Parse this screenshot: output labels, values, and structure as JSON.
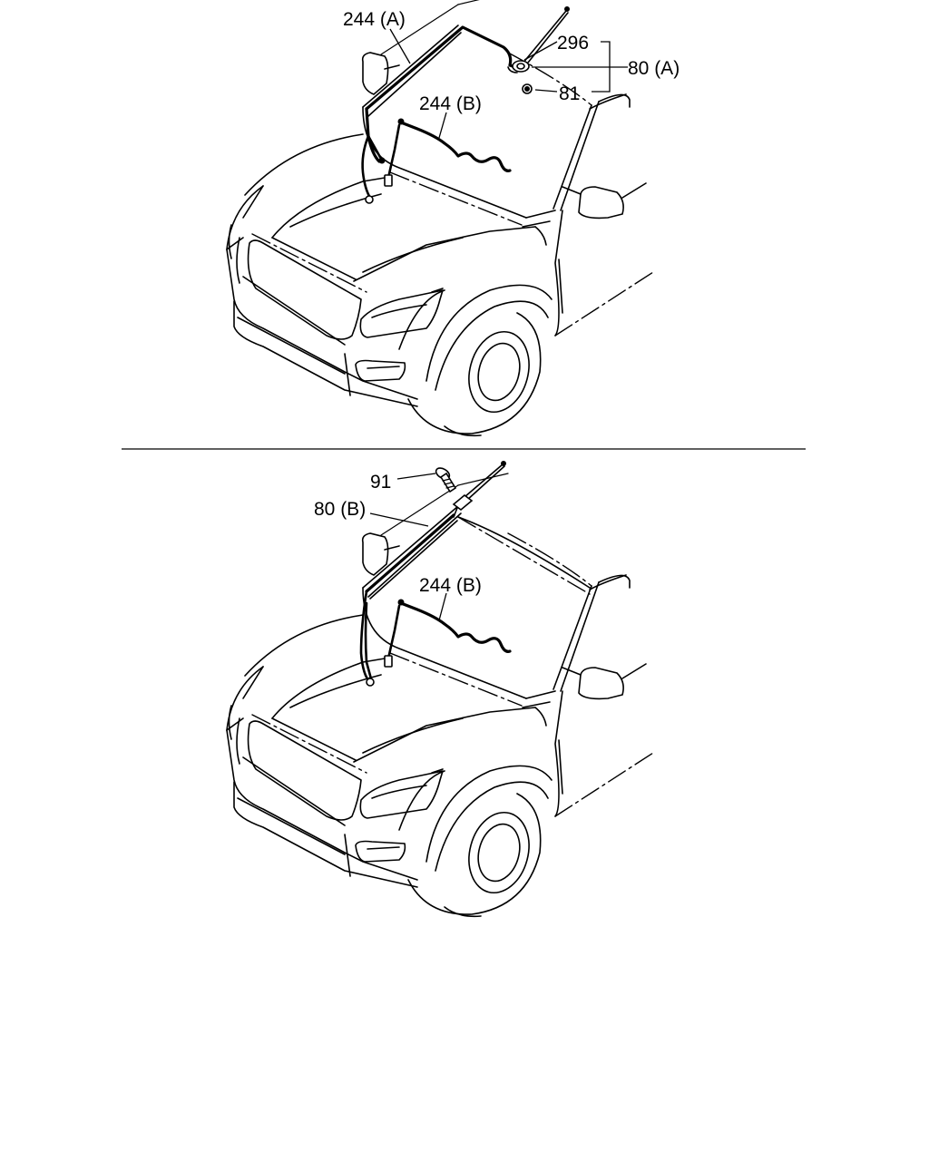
{
  "panel_top": {
    "labels": {
      "cable_a": "244 (A)",
      "wire_b": "244 (B)",
      "part_296": "296",
      "antenna_a": "80 (A)",
      "nut_81": "81"
    }
  },
  "panel_bottom": {
    "labels": {
      "bolt_91": "91",
      "antenna_b": "80 (B)",
      "wire_b": "244 (B)"
    }
  }
}
